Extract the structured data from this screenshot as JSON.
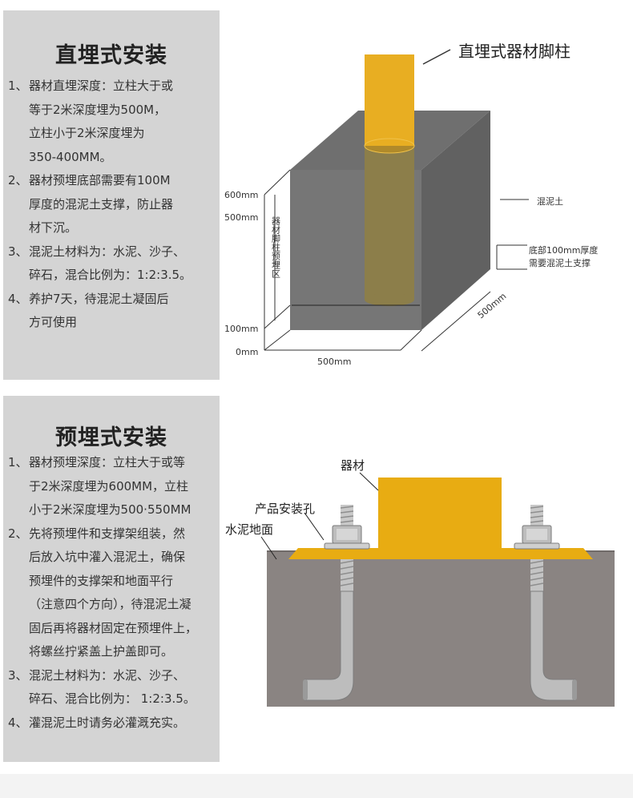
{
  "section1": {
    "title": "直埋式安装",
    "steps": [
      {
        "num": "1、",
        "text": "器材直埋深度：立柱大于或\n等于2米深度埋为500M，\n立柱小于2米深度埋为\n350-400MM。"
      },
      {
        "num": "2、",
        "text": "器材预埋底部需要有100M\n厚度的混泥土支撑，防止器\n材下沉。"
      },
      {
        "num": "3、",
        "text": "混泥土材料为：水泥、沙子、\n碎石，混合比例为：1:2:3.5。"
      },
      {
        "num": "4、",
        "text": "养护7天，待混泥土凝固后\n方可使用"
      }
    ],
    "diagram": {
      "pole_label": "直埋式器材脚柱",
      "concrete_label": "混泥土",
      "bottom_note_line1": "底部100mm厚度",
      "bottom_note_line2": "需要混泥土支撑",
      "dim_600": "600mm",
      "dim_500": "500mm",
      "dim_100": "100mm",
      "dim_0": "0mm",
      "width_label": "500mm",
      "depth_label": "500mm",
      "vertical_label": "器材脚柱预埋区",
      "colors": {
        "pole": "#e8ae22",
        "concrete": "#6f6f6f"
      }
    }
  },
  "section2": {
    "title": "预埋式安装",
    "steps": [
      {
        "num": "1、",
        "text": "器材预埋深度：立柱大于或等\n于2米深度埋为600MM，立柱\n小于2米深度埋为500·550MM"
      },
      {
        "num": "2、",
        "text": "先将预埋件和支撑架组装，然\n后放入坑中灌入混泥土，确保\n预埋件的支撑架和地面平行\n（注意四个方向），待混泥土凝\n固后再将器材固定在预埋件上，\n将螺丝拧紧盖上护盖即可。"
      },
      {
        "num": "3、",
        "text": "混泥土材料为：水泥、沙子、\n碎石、混合比例为： 1:2:3.5。"
      },
      {
        "num": "4、",
        "text": "灌混泥土时请务必灌溉充实。"
      }
    ],
    "diagram": {
      "equipment_label": "器材",
      "hole_label": "产品安装孔",
      "ground_label": "水泥地面",
      "colors": {
        "plate": "#e8ac12",
        "ground": "#8a8482"
      }
    }
  }
}
